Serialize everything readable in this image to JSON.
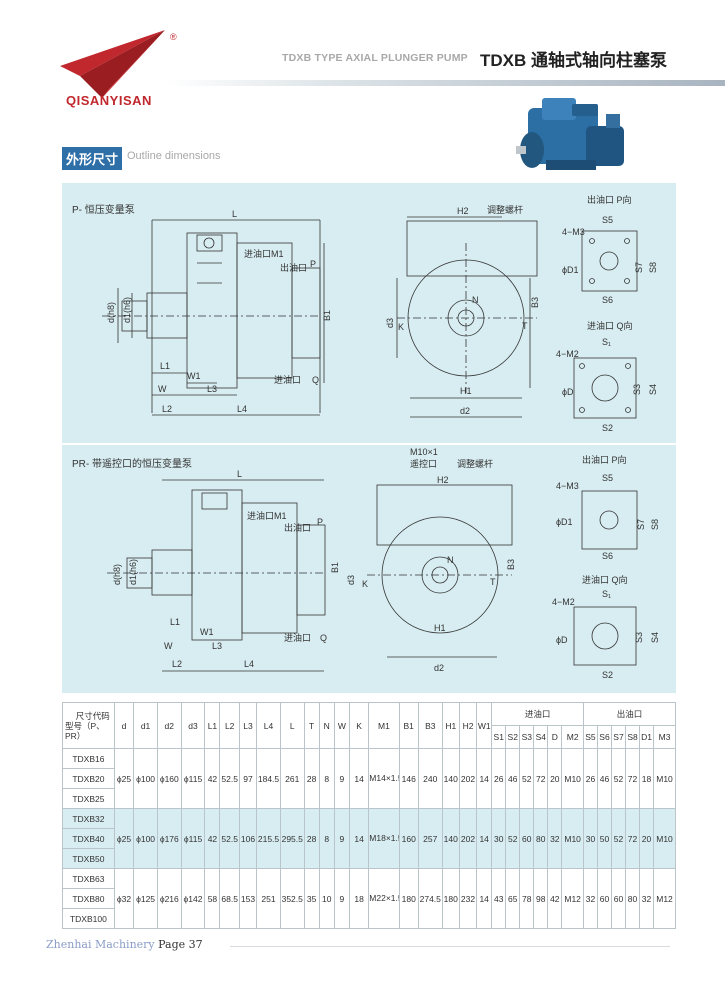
{
  "header": {
    "brand": "QISANYISAN",
    "title_en": "TDXB TYPE AXIAL PLUNGER PUMP",
    "title_cn": "TDXB 通轴式轴向柱塞泵",
    "trademark": "®",
    "accent_color": "#c0282d"
  },
  "section": {
    "tag": "外形尺寸",
    "title_en": "Outline dimensions"
  },
  "panel1": {
    "title": "P- 恒压变量泵",
    "labels": {
      "L": "L",
      "L1": "L1",
      "L2": "L2",
      "L3": "L3",
      "L4": "L4",
      "W": "W",
      "W1": "W1",
      "d": "d(h8)",
      "d1": "d1(h6)",
      "B1": "B1",
      "B3": "B3",
      "H1": "H1",
      "H2": "H2",
      "d2": "d2",
      "d3": "d3",
      "K": "K",
      "N": "N",
      "T": "T",
      "in_oil": "进油口M1",
      "out_oil": "出油口",
      "in_oil2": "进油口",
      "adj": "调整螺杆",
      "out_p": "出油口 P向",
      "in_q": "进油口 Q向",
      "S5": "S5",
      "S6": "S6",
      "S7": "S7",
      "S8": "S8",
      "D1": "ϕD1",
      "M3": "4−M3",
      "S1": "S₁",
      "S2": "S2",
      "S3": "S3",
      "S4": "S4",
      "D": "ϕD",
      "M2": "4−M2",
      "P": "P",
      "Q": "Q"
    }
  },
  "panel2": {
    "title": "PR- 带遥控口的恒压变量泵",
    "labels": {
      "remote": "遥控口",
      "m10": "M10×1"
    }
  },
  "table": {
    "corner_top": "尺寸代码",
    "corner_bottom": "型号（P、PR）",
    "cols": [
      "d",
      "d1",
      "d2",
      "d3",
      "L1",
      "L2",
      "L3",
      "L4",
      "L",
      "T",
      "N",
      "W",
      "K",
      "M1",
      "B1",
      "B3",
      "H1",
      "H2",
      "W1"
    ],
    "in_group": "进油口",
    "out_group": "出油口",
    "in_cols": [
      "S1",
      "S2",
      "S3",
      "S4",
      "D",
      "M2"
    ],
    "out_cols": [
      "S5",
      "S6",
      "S7",
      "S8",
      "D1",
      "M3"
    ],
    "groups": [
      {
        "models": [
          "TDXB16",
          "TDXB20",
          "TDXB25"
        ],
        "values": [
          "ϕ25",
          "ϕ100",
          "ϕ160",
          "ϕ115",
          "42",
          "52.5",
          "97",
          "184.5",
          "261",
          "28",
          "8",
          "9",
          "14",
          "M14×1.5",
          "146",
          "240",
          "140",
          "202",
          "14",
          "26",
          "46",
          "52",
          "72",
          "20",
          "M10",
          "26",
          "46",
          "52",
          "72",
          "18",
          "M10"
        ]
      },
      {
        "models": [
          "TDXB32",
          "TDXB40",
          "TDXB50"
        ],
        "values": [
          "ϕ25",
          "ϕ100",
          "ϕ176",
          "ϕ115",
          "42",
          "52.5",
          "106",
          "215.5",
          "295.5",
          "28",
          "8",
          "9",
          "14",
          "M18×1.5",
          "160",
          "257",
          "140",
          "202",
          "14",
          "30",
          "52",
          "60",
          "80",
          "32",
          "M10",
          "30",
          "50",
          "52",
          "72",
          "20",
          "M10"
        ]
      },
      {
        "models": [
          "TDXB63",
          "TDXB80",
          "TDXB100"
        ],
        "values": [
          "ϕ32",
          "ϕ125",
          "ϕ216",
          "ϕ142",
          "58",
          "68.5",
          "153",
          "251",
          "352.5",
          "35",
          "10",
          "9",
          "18",
          "M22×1.5",
          "180",
          "274.5",
          "180",
          "232",
          "14",
          "43",
          "65",
          "78",
          "98",
          "42",
          "M12",
          "32",
          "60",
          "60",
          "80",
          "32",
          "M12"
        ]
      }
    ]
  },
  "footer": {
    "company": "Zhenhai Machinery",
    "page_label": "Page",
    "page_number": "37"
  }
}
